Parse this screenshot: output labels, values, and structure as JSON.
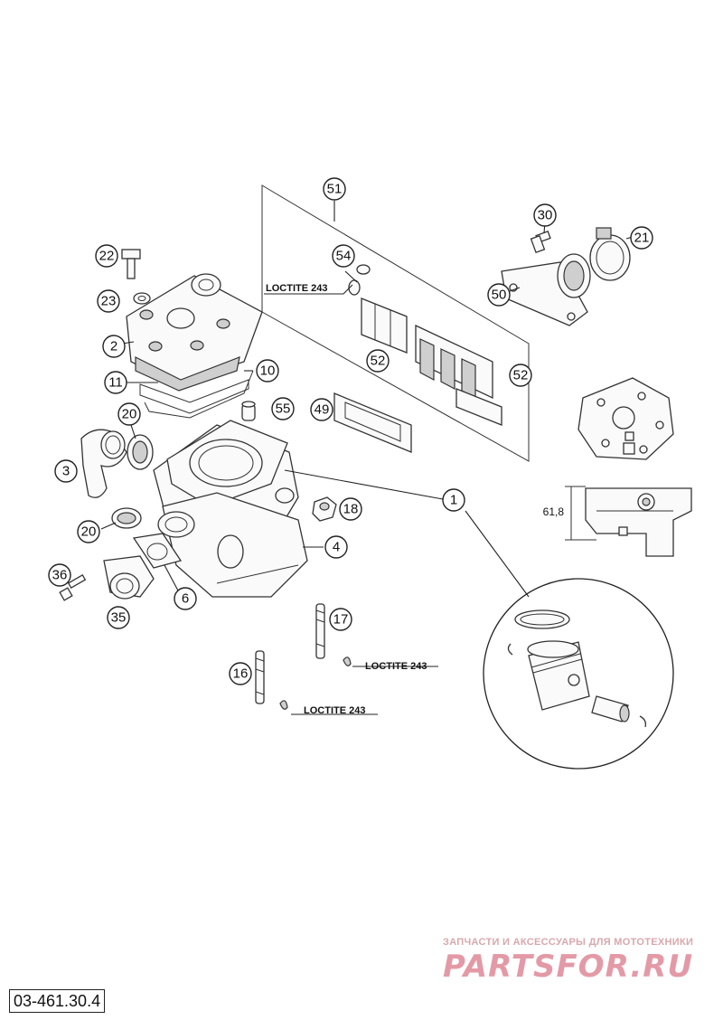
{
  "diagram_code": "03-461.30.4",
  "callouts": [
    "51",
    "30",
    "21",
    "54",
    "22",
    "50",
    "23",
    "52",
    "52",
    "2",
    "10",
    "11",
    "49",
    "55",
    "20",
    "3",
    "1",
    "18",
    "20",
    "4",
    "36",
    "6",
    "35",
    "17",
    "16"
  ],
  "loctite_notes": [
    "LOCTITE 243",
    "LOCTITE 243",
    "LOCTITE 243"
  ],
  "dimension_label": "61,8",
  "watermark": {
    "tagline": "ЗАПЧАСТИ И АКСЕССУАРЫ ДЛЯ МОТОТЕХНИКИ",
    "brand": "PARTSFOR.RU"
  }
}
